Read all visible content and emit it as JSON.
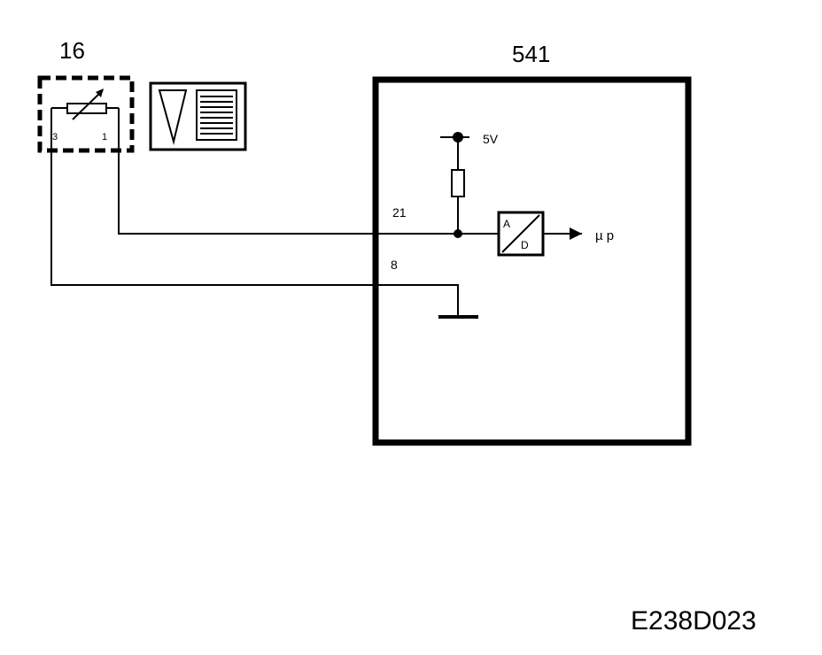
{
  "diagram": {
    "component_16": {
      "ref": "16",
      "pin_left": "3",
      "pin_right": "1"
    },
    "ecu_541": {
      "ref": "541",
      "supply": "5V",
      "pin_signal": "21",
      "pin_ground": "8",
      "converter_a": "A",
      "converter_d": "D",
      "output": "µ p"
    },
    "figure_code": "E238D023",
    "colors": {
      "ink": "#000000",
      "paper": "#ffffff"
    }
  }
}
